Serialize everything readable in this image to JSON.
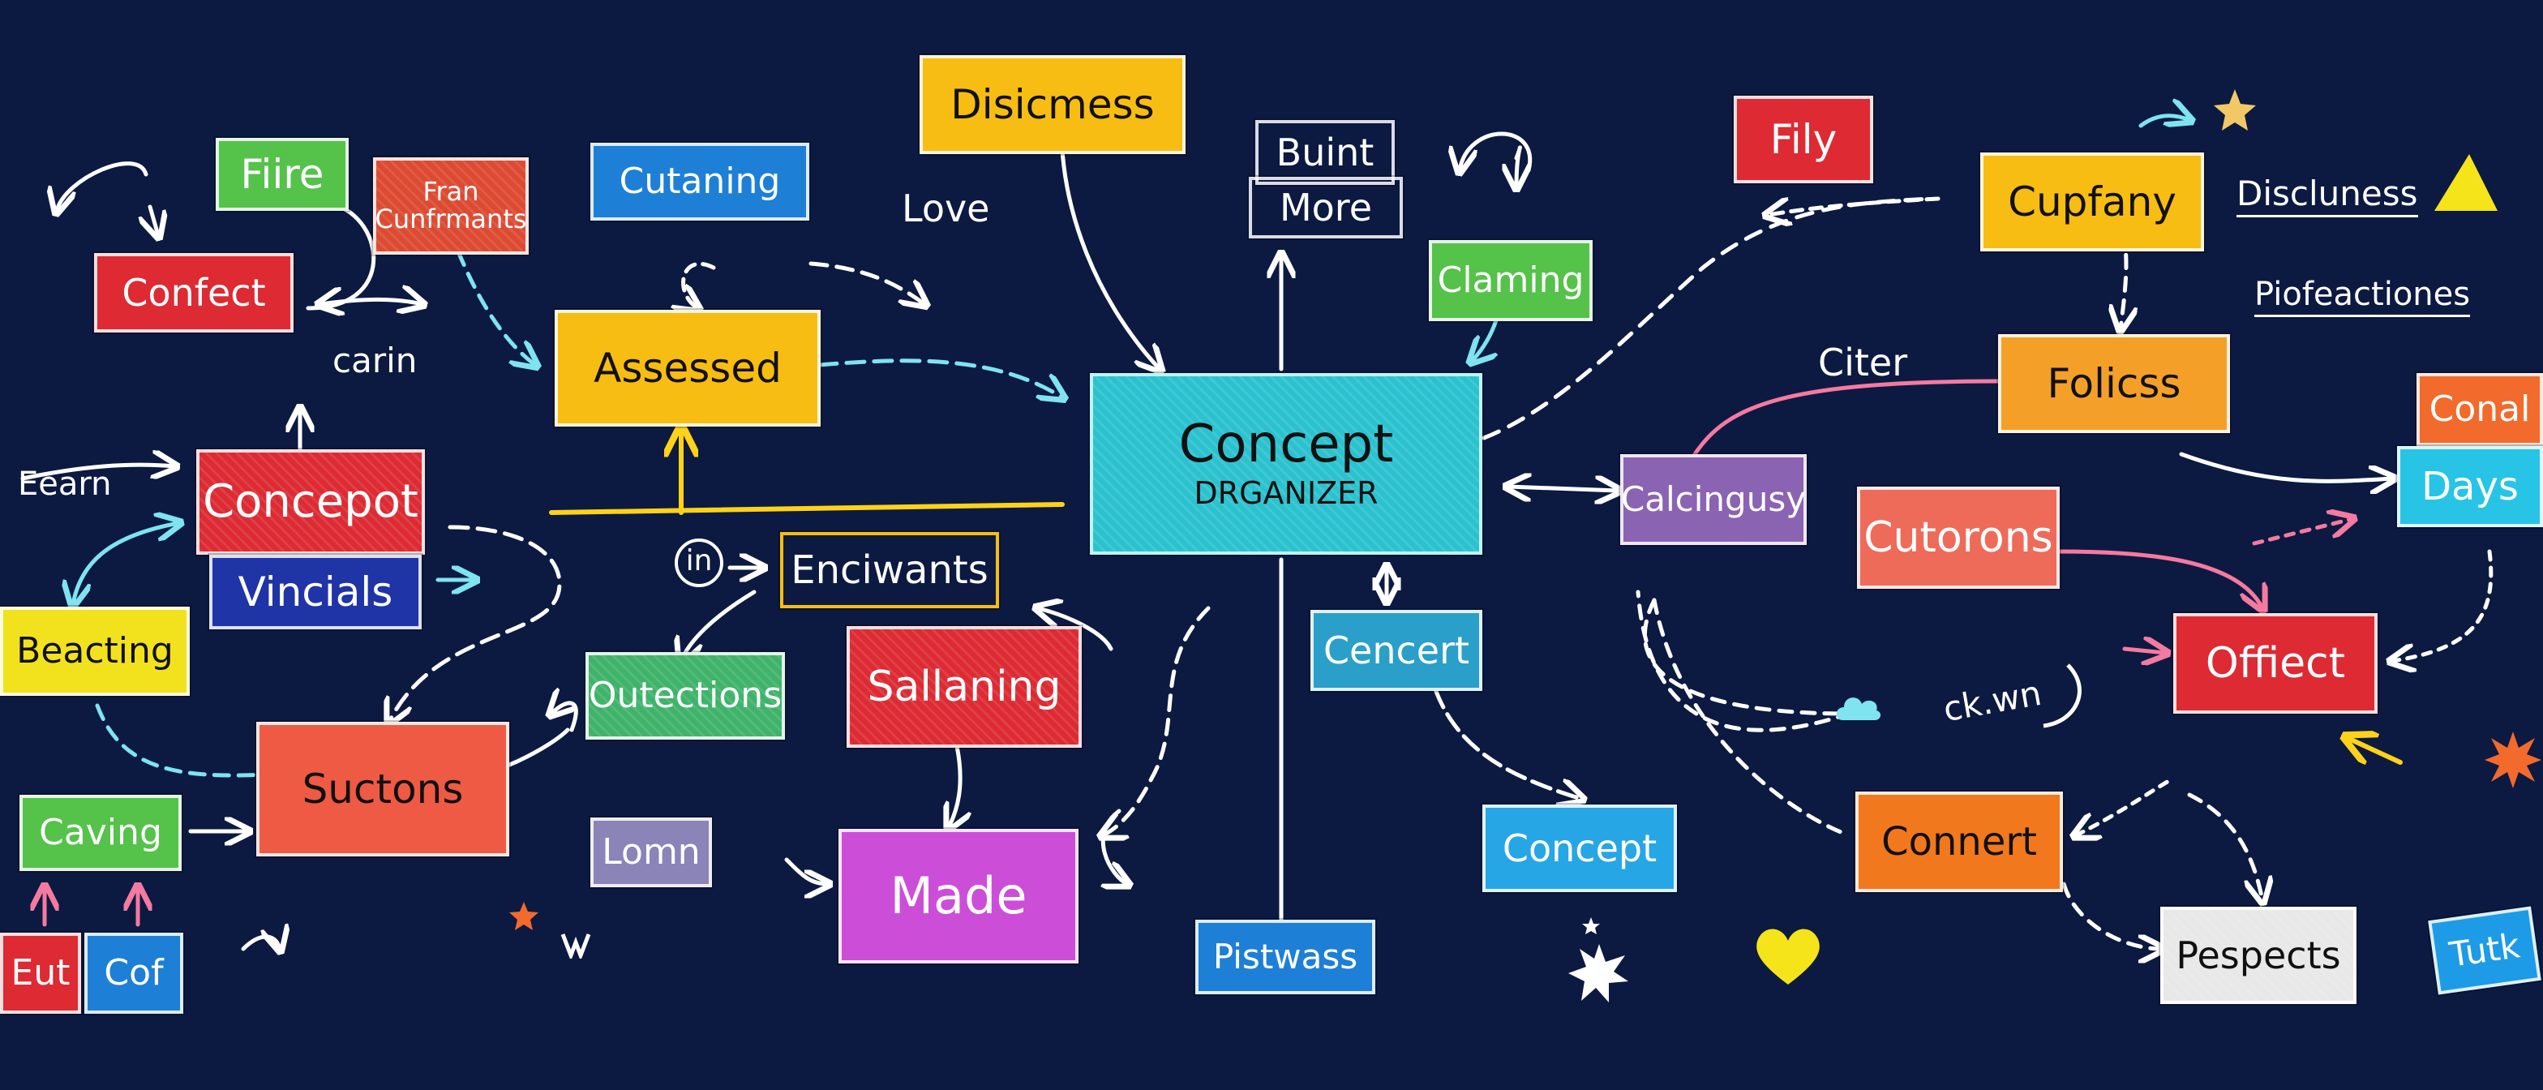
{
  "diagram": {
    "center": {
      "title": "Concept",
      "subtitle": "DRGANIZER"
    },
    "nodes": {
      "disicmess": "Disicmess",
      "buint": "Buint",
      "more": "More",
      "fily": "Fily",
      "cupfany": "Cupfany",
      "fire": "Fiire",
      "fran": "Fran\nCunfrmants",
      "cutaning": "Cutaning",
      "confect": "Confect",
      "assessed": "Assessed",
      "claming": "Claming",
      "folicss": "Folicss",
      "conal": "Conal",
      "days": "Days",
      "concept_red": "Concepot",
      "vincials": "Vincials",
      "calcingusy": "Calcingusy",
      "cutorons": "Cutorons",
      "beacting": "Beacting",
      "enciwants": "Enciwants",
      "outections": "Outections",
      "sallaning": "Sallaning",
      "cencert": "Cencert",
      "offiect": "Offiect",
      "suctons": "Suctons",
      "caving": "Caving",
      "lomn": "Lomn",
      "made": "Made",
      "concept_blue": "Concept",
      "connert": "Connert",
      "pespects": "Pespects",
      "eut": "Eut",
      "cof": "Cof",
      "pistwass": "Pistwass",
      "tutk": "Tutk"
    },
    "labels": {
      "love": "Love",
      "discluness": "Discluness",
      "piofeactiones": "Piofeactiones",
      "citer": "Citer",
      "carin": "carin",
      "earn": "Eearn",
      "in": "in",
      "ckwn": "ck.wn"
    },
    "colors": {
      "background": "#0c1a42",
      "center": "#2bc2cf",
      "red": "#dd2a33",
      "yellow": "#f7bd12",
      "blue": "#1e7fd6",
      "green": "#55c24a",
      "orange": "#f26a2c",
      "purple": "#8b63b3",
      "magenta": "#cc4ed8",
      "salmon": "#ee6b5a"
    }
  }
}
